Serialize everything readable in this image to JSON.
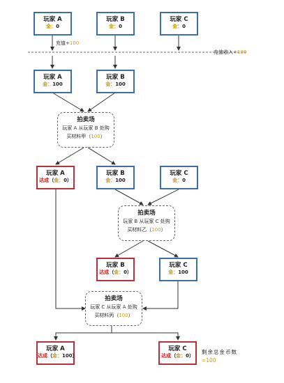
{
  "colors": {
    "node_border": "#3d6ea6",
    "done_border": "#b8303a",
    "arrow": "#333333",
    "gold": "#c89a10",
    "done_text": "#d01818"
  },
  "gold_label": "金：",
  "row1": [
    {
      "name": "玩家 A",
      "gold": "0"
    },
    {
      "name": "玩家 B",
      "gold": "0"
    },
    {
      "name": "玩家 C",
      "gold": "0"
    }
  ],
  "recharge": {
    "label": "充值+",
    "amount": "100"
  },
  "income": {
    "label": "充值收入+",
    "amount": "100"
  },
  "row2": [
    {
      "name": "玩家 A",
      "gold": "100"
    },
    {
      "name": "玩家 B",
      "gold": "100"
    }
  ],
  "auction1": {
    "title": "拍卖场",
    "line1": "玩家 A 从玩家 B 处购",
    "line2": "买材料甲（",
    "amount": "100",
    "close": "）"
  },
  "row3": [
    {
      "name": "玩家 A",
      "done": "达成",
      "gold": "0"
    },
    {
      "name": "玩家 B",
      "gold": "100"
    },
    {
      "name": "玩家 C",
      "gold": "0"
    }
  ],
  "auction2": {
    "title": "拍卖场",
    "line1": "玩家 B 从玩家 C 处购",
    "line2": "买材料乙（",
    "amount": "100",
    "close": "）"
  },
  "row4": [
    {
      "name": "玩家 B",
      "done": "达成",
      "gold": "0"
    },
    {
      "name": "玩家 C",
      "gold": "100"
    }
  ],
  "auction3": {
    "title": "拍卖场",
    "line1": "玩家 C 从玩家 A 处购",
    "line2": "买材料丙（",
    "amount": "100",
    "close": "）"
  },
  "row5": [
    {
      "name": "玩家 A",
      "done": "达成",
      "gold": "100"
    },
    {
      "name": "玩家 C",
      "done": "达成",
      "gold": "0"
    }
  ],
  "total": {
    "label": "剩余总金币数",
    "amount": "=100"
  }
}
